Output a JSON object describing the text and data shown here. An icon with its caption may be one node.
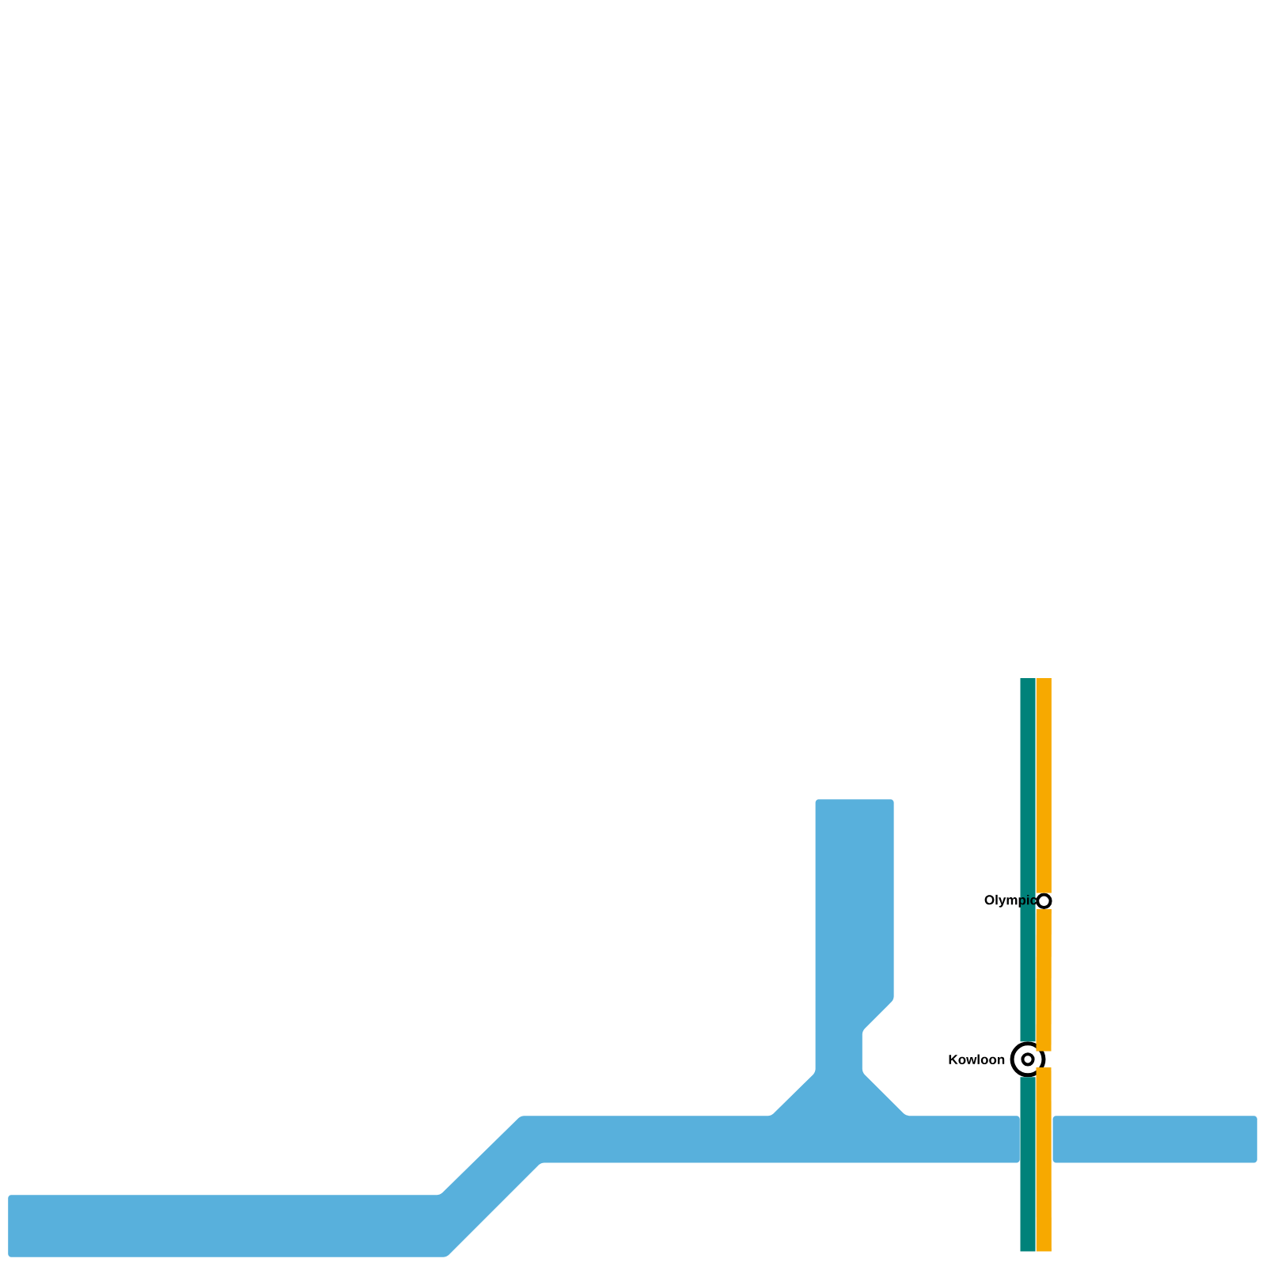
{
  "diagram": {
    "nodes": [
      {
        "text": [],
        "shape": "circle",
        "beside": [
          "Olympic"
        ]
      },
      {
        "text": [],
        "shape": "circle",
        "beside": [
          "Kowloon"
        ]
      }
    ],
    "edges": [
      {
        "from": null,
        "to": 0,
        "arrow": "none",
        "color": "#f7a900"
      },
      {
        "from": 0,
        "to": 1,
        "arrow": "none",
        "color": "#f7a900"
      },
      {
        "from": 1,
        "to": null,
        "arrow": "none",
        "color": "#f7a900"
      },
      {
        "from": null,
        "to": 1,
        "arrow": "none",
        "color": "#00827a"
      },
      {
        "from": 1,
        "to": null,
        "arrow": "none",
        "color": "#00827a"
      }
    ]
  }
}
